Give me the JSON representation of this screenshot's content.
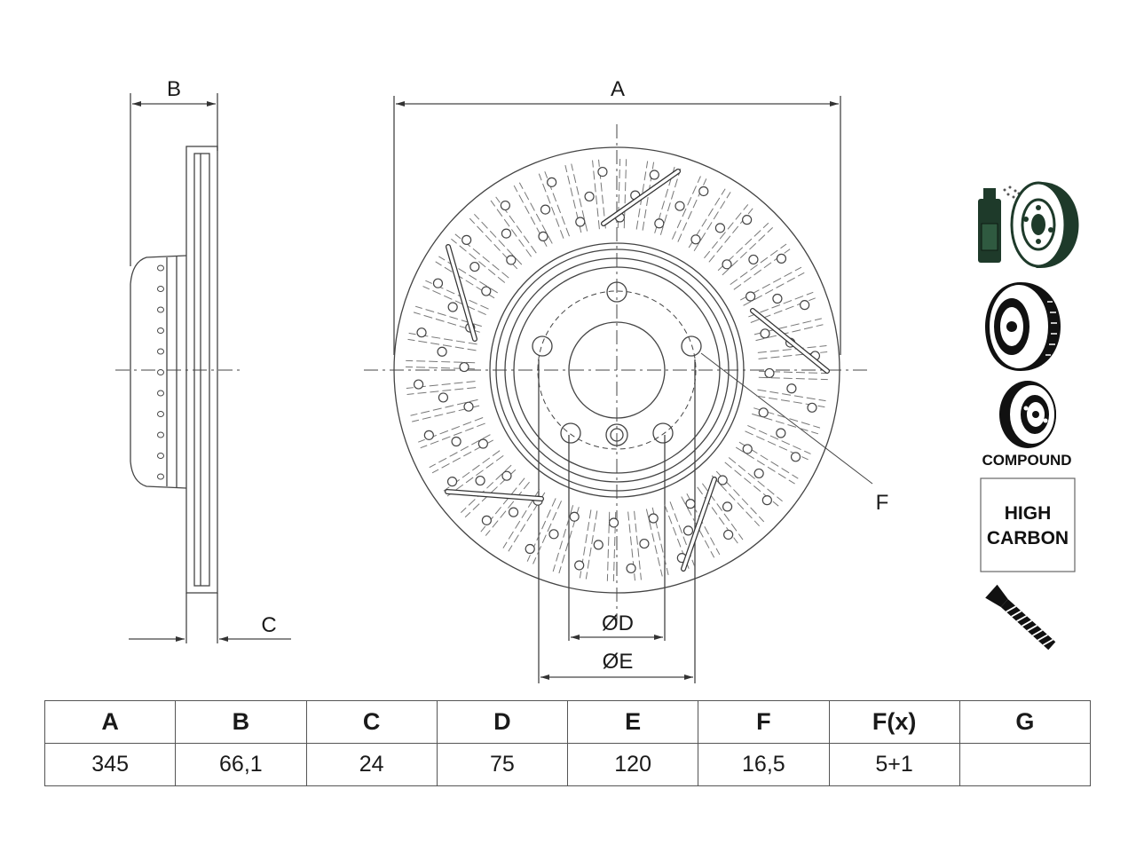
{
  "drawing": {
    "labels": {
      "A": "A",
      "B": "B",
      "C": "C",
      "D": "ØD",
      "E": "ØE",
      "F": "F"
    }
  },
  "icons": {
    "spray": "spray-can-icon",
    "coated_disc": "coated-disc-icon",
    "compound_disc": "compound-disc-icon",
    "compound_label": "COMPOUND",
    "high_carbon_line1": "HIGH",
    "high_carbon_line2": "CARBON",
    "screw": "screw-icon"
  },
  "table": {
    "headers": [
      "A",
      "B",
      "C",
      "D",
      "E",
      "F",
      "F(x)",
      "G"
    ],
    "values": [
      "345",
      "66,1",
      "24",
      "75",
      "120",
      "16,5",
      "5+1",
      ""
    ]
  },
  "colors": {
    "line": "#444444",
    "dark_green": "#1e3a2a",
    "black": "#111111"
  }
}
